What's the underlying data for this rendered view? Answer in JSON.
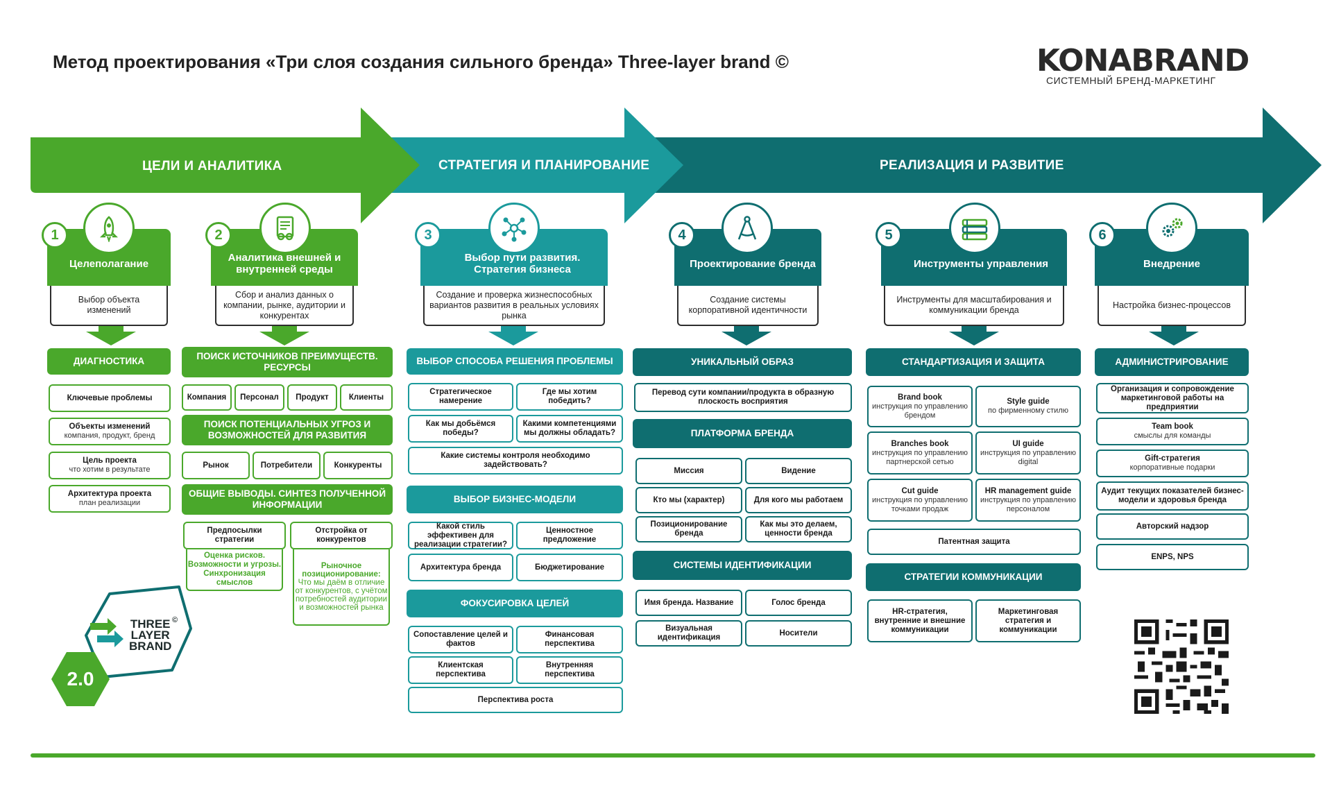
{
  "header": {
    "title": "Метод проектирования «Три слоя создания сильного бренда» Three-layer brand ©",
    "logo_name": "KONABRAND",
    "logo_tagline": "СИСТЕМНЫЙ БРЕНД-МАРКЕТИНГ"
  },
  "colors": {
    "green": "#4aa82b",
    "teal": "#1b9a9c",
    "dark_teal": "#0f6e70"
  },
  "phases": [
    {
      "label": "ЦЕЛИ И АНАЛИТИКА"
    },
    {
      "label": "СТРАТЕГИЯ И ПЛАНИРОВАНИЕ"
    },
    {
      "label": "РЕАЛИЗАЦИЯ И РАЗВИТИЕ"
    }
  ],
  "steps": [
    {
      "num": "1",
      "icon": "rocket-icon",
      "title": "Целеполагание",
      "desc": "Выбор объекта изменений"
    },
    {
      "num": "2",
      "icon": "analytics-icon",
      "title": "Аналитика внешней и внутренней среды",
      "desc": "Сбор и анализ данных о компании, рынке, аудитории и конкурентах"
    },
    {
      "num": "3",
      "icon": "network-icon",
      "title": "Выбор пути развития. Стратегия бизнеса",
      "desc": "Создание и проверка жизнеспособных вариантов развития в реальных условиях рынка"
    },
    {
      "num": "4",
      "icon": "compass-icon",
      "title": "Проектирование бренда",
      "desc": "Создание системы корпоративной идентичности"
    },
    {
      "num": "5",
      "icon": "books-icon",
      "title": "Инструменты управления",
      "desc": "Инструменты для масштабирования и коммуникации бренда"
    },
    {
      "num": "6",
      "icon": "gears-icon",
      "title": "Внедрение",
      "desc": "Настройка бизнес-процессов"
    }
  ],
  "col1": {
    "head": "ДИАГНОСТИКА",
    "items": [
      {
        "title": "Ключевые проблемы",
        "sub": ""
      },
      {
        "title": "Объекты изменений",
        "sub": "компания, продукт, бренд"
      },
      {
        "title": "Цель проекта",
        "sub": "что хотим в результате"
      },
      {
        "title": "Архитектура проекта",
        "sub": "план реализации"
      }
    ]
  },
  "col2": {
    "head1": "ПОИСК ИСТОЧНИКОВ ПРЕИМУЩЕСТВ. РЕСУРСЫ",
    "row1": [
      "Компания",
      "Персонал",
      "Продукт",
      "Клиенты"
    ],
    "head2": "ПОИСК ПОТЕНЦИАЛЬНЫХ УГРОЗ И ВОЗМОЖНОСТЕЙ ДЛЯ РАЗВИТИЯ",
    "row2": [
      "Рынок",
      "Потребители",
      "Конкуренты"
    ],
    "head3": "ОБЩИЕ ВЫВОДЫ. СИНТЕЗ ПОЛУЧЕННОЙ ИНФОРМАЦИИ",
    "left_title": "Предпосылки стратегии",
    "left_note": "Оценка рисков. Возможности и угрозы. Синхронизация смыслов",
    "right_title": "Отстройка от конкурентов",
    "right_note_head": "Рыночное позиционирование:",
    "right_note": "Что мы даём в отличие от конкурентов, с учётом потребностей аудитории и возможностей рынка"
  },
  "col3": {
    "head1": "ВЫБОР СПОСОБА РЕШЕНИЯ ПРОБЛЕМЫ",
    "grid1": [
      "Стратегическое намерение",
      "Где мы хотим победить?",
      "Как мы добьёмся победы?",
      "Какими компетенциями мы должны обладать?"
    ],
    "wide1": "Какие системы контроля необходимо задействовать?",
    "head2": "ВЫБОР БИЗНЕС-МОДЕЛИ",
    "grid2": [
      "Какой стиль эффективен для реализации стратегии?",
      "Ценностное предложение",
      "Архитектура бренда",
      "Бюджетирование"
    ],
    "head3": "ФОКУСИРОВКА ЦЕЛЕЙ",
    "grid3": [
      "Сопоставление целей и фактов",
      "Финансовая перспектива",
      "Клиентская перспектива",
      "Внутренняя перспектива"
    ],
    "wide3": "Перспектива роста"
  },
  "col4": {
    "head1": "УНИКАЛЬНЫЙ ОБРАЗ",
    "wide1": "Перевод сути компании/продукта в образную плоскость восприятия",
    "head2": "ПЛАТФОРМА БРЕНДА",
    "grid2": [
      "Миссия",
      "Видение",
      "Кто мы (характер)",
      "Для кого мы работаем",
      "Позиционирование бренда",
      "Как мы это делаем, ценности бренда"
    ],
    "head3": "СИСТЕМЫ ИДЕНТИФИКАЦИИ",
    "grid3": [
      "Имя бренда. Название",
      "Голос бренда",
      "Визуальная идентификация",
      "Носители"
    ]
  },
  "col5": {
    "head1": "СТАНДАРТИЗАЦИЯ И ЗАЩИТА",
    "grid1": [
      {
        "title": "Brand book",
        "sub": "инструкция по управлению брендом"
      },
      {
        "title": "Style guide",
        "sub": "по фирменному стилю"
      },
      {
        "title": "Branches book",
        "sub": "инструкция по управлению партнерской сетью"
      },
      {
        "title": "UI guide",
        "sub": "инструкция по управлению digital"
      },
      {
        "title": "Cut guide",
        "sub": "инструкция по управлению точками продаж"
      },
      {
        "title": "HR management guide",
        "sub": "инструкция по управлению персоналом"
      }
    ],
    "wide1": "Патентная защита",
    "head2": "СТРАТЕГИИ КОММУНИКАЦИИ",
    "grid2": [
      "HR-стратегия, внутренние и внешние коммуникации",
      "Маркетинговая стратегия и коммуникации"
    ]
  },
  "col6": {
    "head": "АДМИНИСТРИРОВАНИЕ",
    "items": [
      {
        "title": "Организация и сопровождение маркетинговой работы на предприятии",
        "sub": ""
      },
      {
        "title": "Team book",
        "sub": "смыслы для команды"
      },
      {
        "title": "Gift-стратегия",
        "sub": "корпоративные подарки"
      },
      {
        "title": "Аудит текущих показателей бизнес-модели и здоровья бренда",
        "sub": ""
      },
      {
        "title": "Авторский надзор",
        "sub": ""
      },
      {
        "title": "ENPS, NPS",
        "sub": ""
      }
    ]
  },
  "badge": {
    "line1": "THREE",
    "line2": "LAYER",
    "line3": "BRAND",
    "copyright": "©",
    "version": "2.0"
  }
}
